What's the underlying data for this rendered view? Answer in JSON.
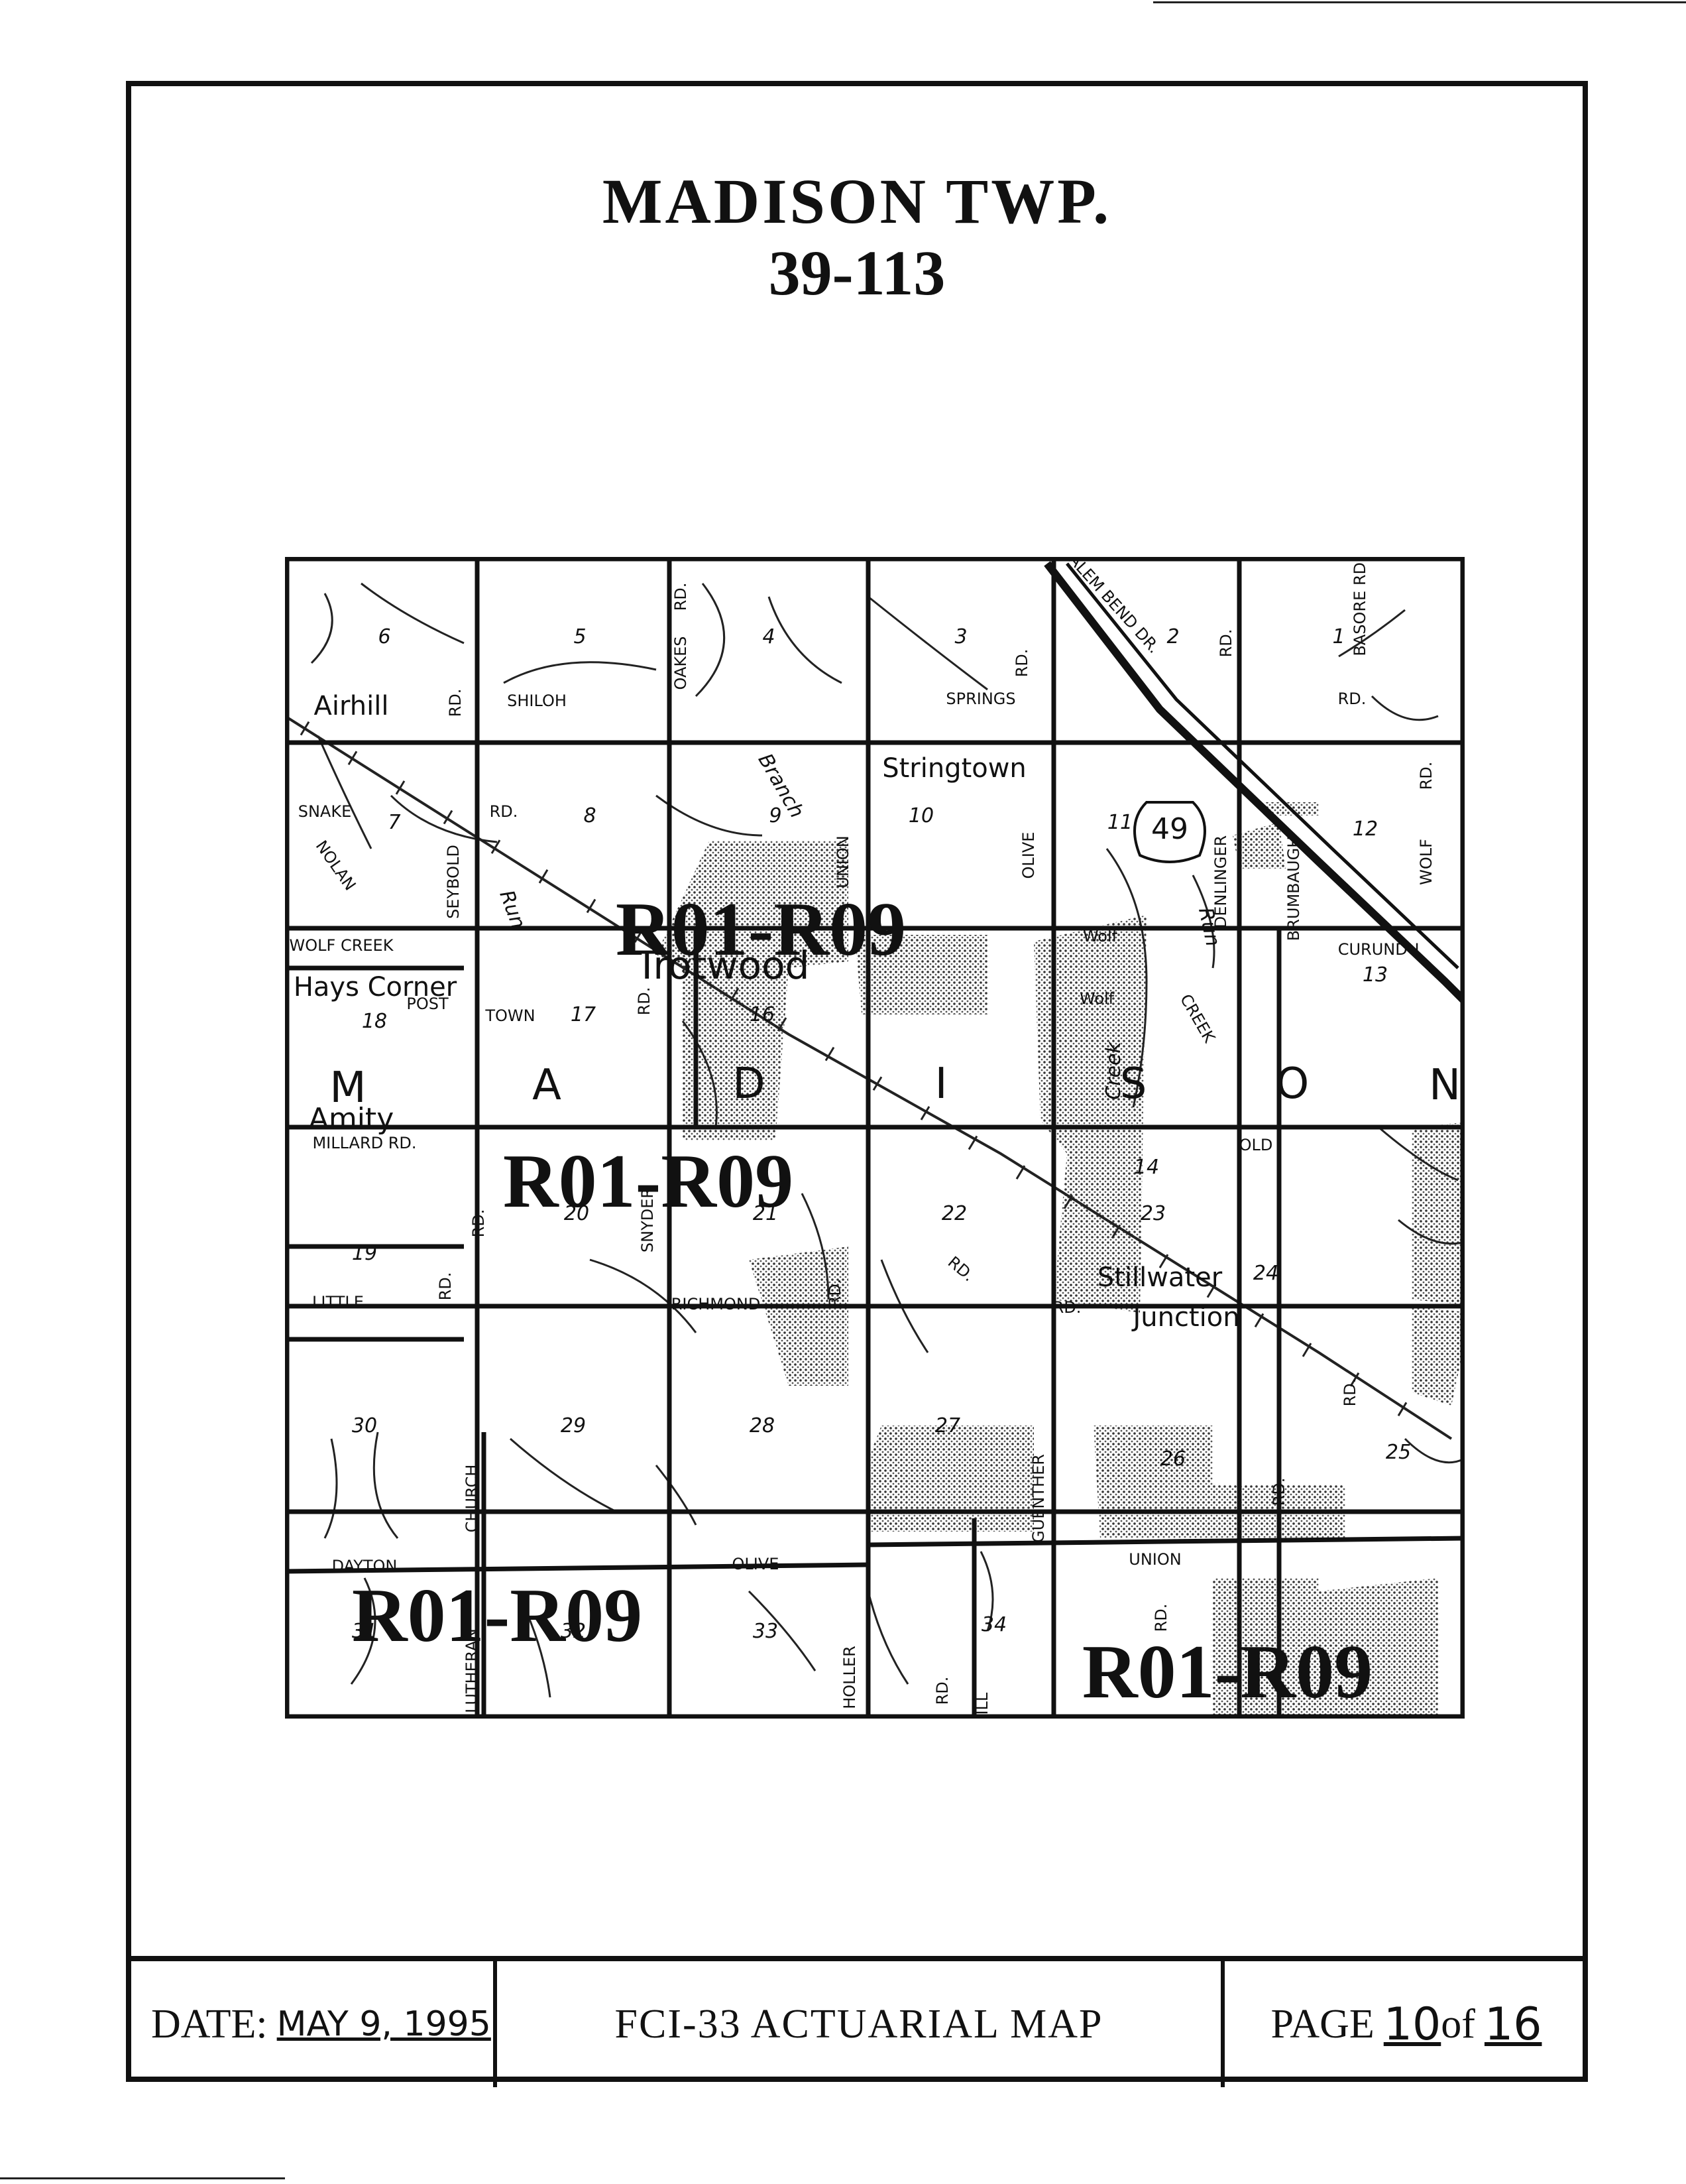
{
  "title": {
    "line1": "MADISON  TWP.",
    "line2": "39-113"
  },
  "map": {
    "sections": [
      "6",
      "5",
      "4",
      "3",
      "2",
      "1",
      "7",
      "8",
      "9",
      "10",
      "11",
      "12",
      "13",
      "18",
      "17",
      "16",
      "14",
      "20",
      "21",
      "22",
      "23",
      "24",
      "19",
      "30",
      "29",
      "28",
      "27",
      "26",
      "25",
      "31",
      "32",
      "33",
      "34"
    ],
    "roads": [
      "RD.",
      "SHILOH",
      "OAKES",
      "RD.",
      "SPRINGS",
      "RD.",
      "SALEM BEND DR.",
      "RD.",
      "BASORE RD.",
      "RD.",
      "SNAKE",
      "RD.",
      "NOLAN",
      "SEYBOLD",
      "UNION",
      "OLIVE",
      "DENLINGER",
      "BRUMBAUGH",
      "WOLF",
      "RD.",
      "CURUNDU",
      "WOLF CREEK",
      "POST",
      "TOWN",
      "RD.",
      "Wolf",
      "Wolf",
      "CREEK",
      "MILLARD RD.",
      "RD.",
      "SNYDER",
      "RICHMOND",
      "RD.",
      "RD.",
      "RD.",
      "LITTLE",
      "RD.",
      "LUTHERAN",
      "CHURCH",
      "OLD",
      "DAYTON",
      "OLIVE",
      "GUENTHER",
      "RD.",
      "RD.",
      "UNION",
      "HOLLER",
      "RD.",
      "MILL",
      "RD."
    ],
    "places": [
      "Airhill",
      "Stringtown",
      "Trotwood",
      "Hays Corner",
      "Amity",
      "Stillwater",
      "Junction"
    ],
    "water": [
      "Branch",
      "Run",
      "Run",
      "Creek"
    ],
    "route": "49",
    "township_letters": [
      "M",
      "A",
      "D",
      "I",
      "S",
      "O",
      "N"
    ],
    "stamps": [
      "R01-R09",
      "R01-R09",
      "R01-R09",
      "R01-R09"
    ]
  },
  "footer": {
    "date_label": "DATE:",
    "date_value": "MAY 9, 1995",
    "center": "FCI-33 ACTUARIAL  MAP",
    "page_label": "PAGE",
    "page_number": "10",
    "page_of": "of",
    "page_total": "16"
  },
  "colors": {
    "ink": "#111111",
    "shade": "#9a9a9a",
    "paper": "#ffffff"
  }
}
